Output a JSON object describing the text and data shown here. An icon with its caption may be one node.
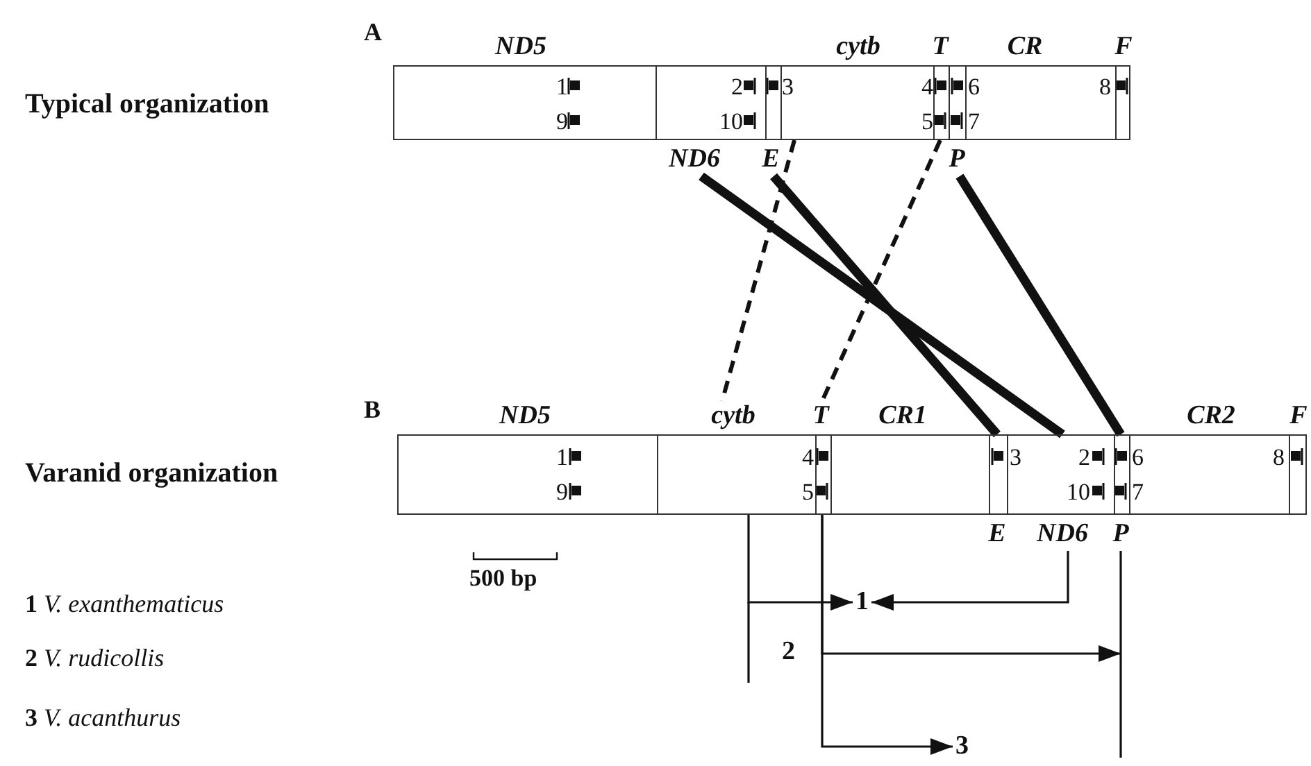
{
  "diagram": {
    "nodes": [
      {
        "text": [
          "ND5"
        ]
      },
      {
        "text": [
          "ND6"
        ]
      },
      {
        "text": [
          "E"
        ]
      },
      {
        "text": [
          "cytb"
        ]
      },
      {
        "text": [
          "T"
        ]
      },
      {
        "text": [
          "P"
        ]
      },
      {
        "text": [
          "CR"
        ]
      },
      {
        "text": [
          "F"
        ]
      },
      {
        "text": [
          "ND5"
        ]
      },
      {
        "text": [
          "cytb"
        ]
      },
      {
        "text": [
          "T"
        ]
      },
      {
        "text": [
          "CR1"
        ]
      },
      {
        "text": [
          "E"
        ]
      },
      {
        "text": [
          "ND6"
        ]
      },
      {
        "text": [
          "P"
        ]
      },
      {
        "text": [
          "CR2"
        ]
      },
      {
        "text": [
          "F"
        ]
      },
      {
        "text": [
          "1"
        ]
      },
      {
        "text": [
          "3"
        ]
      }
    ],
    "edges": [
      {
        "from": 3,
        "to": 9,
        "arrow": "none",
        "style": "dashed"
      },
      {
        "from": 4,
        "to": 10,
        "arrow": "none",
        "style": "dashed"
      },
      {
        "from": 1,
        "to": 13,
        "arrow": "none",
        "style": "thick"
      },
      {
        "from": 2,
        "to": 12,
        "arrow": "none",
        "style": "thick"
      },
      {
        "from": 5,
        "to": 14,
        "arrow": "none",
        "style": "thick"
      },
      {
        "from": 9,
        "to": 17,
        "arrow": "to"
      },
      {
        "from": 13,
        "to": 17,
        "arrow": "to"
      },
      {
        "from": 10,
        "to": 14,
        "arrow": "to",
        "label": "2"
      },
      {
        "from": 10,
        "to": 18,
        "arrow": "to"
      }
    ],
    "labels": [
      "A",
      "Typical organization",
      "1",
      "2",
      "3",
      "4",
      "6",
      "8",
      "9",
      "10",
      "5",
      "7",
      "B",
      "Varanid organization",
      "1",
      "4",
      "3",
      "2",
      "6",
      "8",
      "9",
      "5",
      "10",
      "7",
      "500 bp",
      "**1** *V. exanthematicus*",
      "**2** *V. rudicollis*",
      "**3** *V. acanthurus*"
    ]
  }
}
